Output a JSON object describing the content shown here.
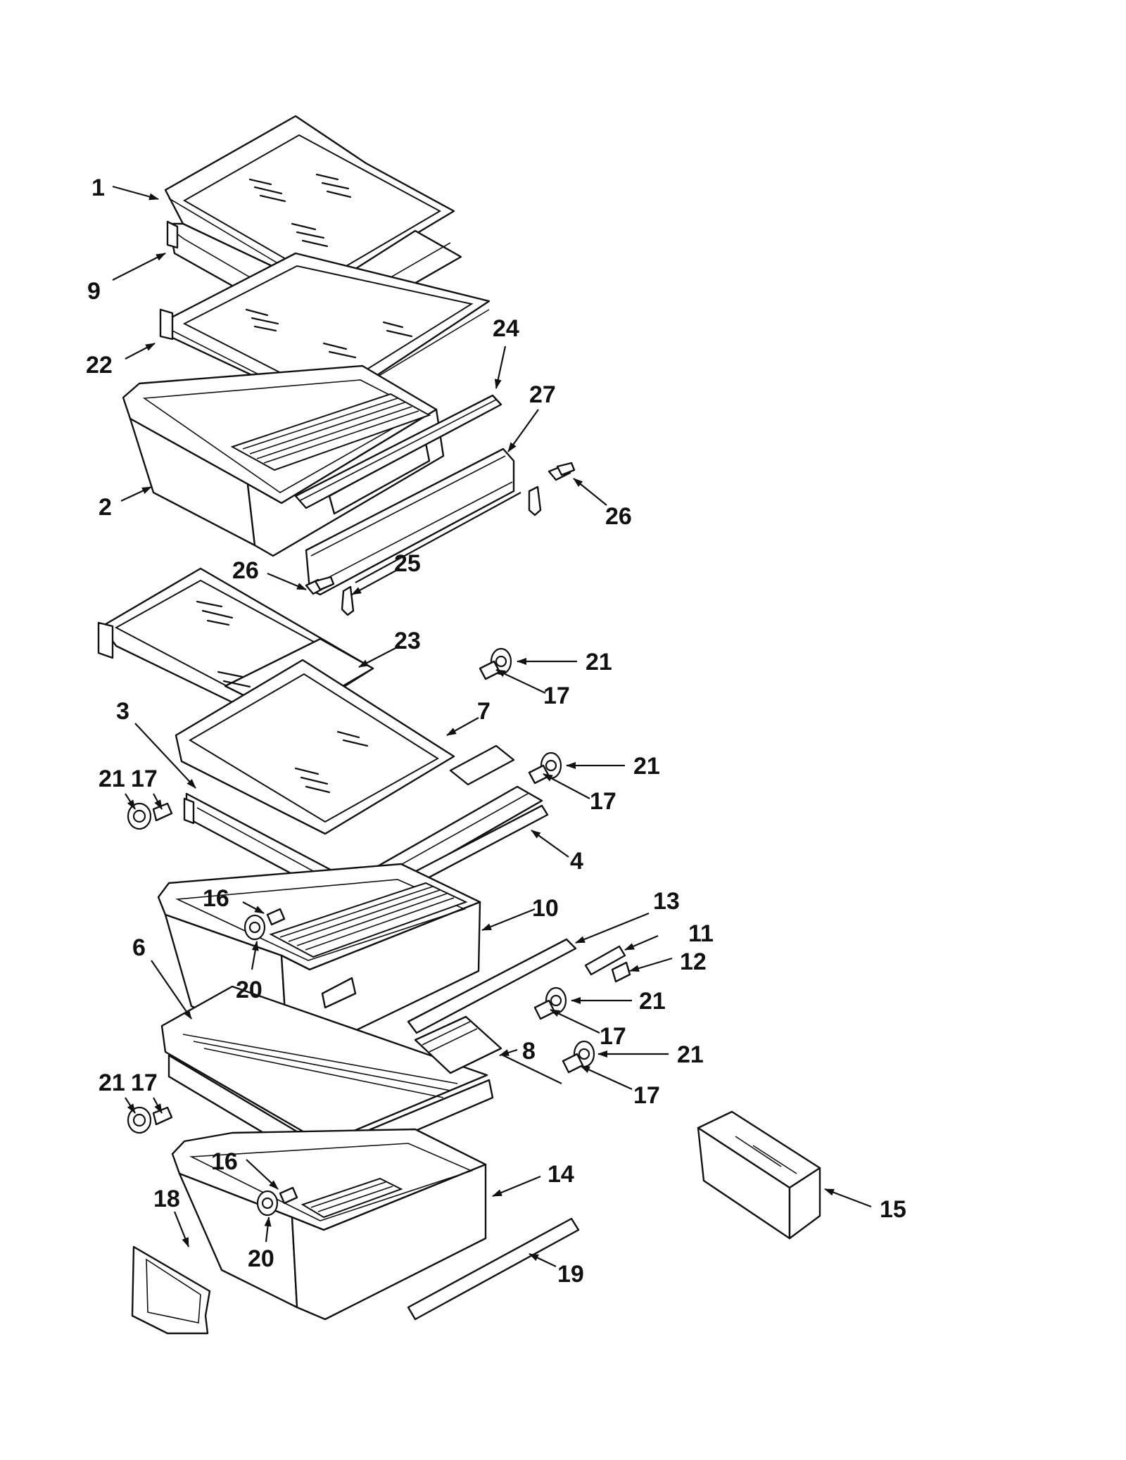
{
  "diagram": {
    "callouts": [
      {
        "id": "c1",
        "label": "1"
      },
      {
        "id": "c9",
        "label": "9"
      },
      {
        "id": "c22",
        "label": "22"
      },
      {
        "id": "c2",
        "label": "2"
      },
      {
        "id": "c24",
        "label": "24"
      },
      {
        "id": "c27",
        "label": "27"
      },
      {
        "id": "c26a",
        "label": "26"
      },
      {
        "id": "c25",
        "label": "25"
      },
      {
        "id": "c26b",
        "label": "26"
      },
      {
        "id": "c23",
        "label": "23"
      },
      {
        "id": "c21a",
        "label": "21"
      },
      {
        "id": "c17a",
        "label": "17"
      },
      {
        "id": "c7",
        "label": "7"
      },
      {
        "id": "c3",
        "label": "3"
      },
      {
        "id": "c21b",
        "label": "21"
      },
      {
        "id": "c17b",
        "label": "17"
      },
      {
        "id": "c21c",
        "label": "21"
      },
      {
        "id": "c17c",
        "label": "17"
      },
      {
        "id": "c4",
        "label": "4"
      },
      {
        "id": "c16a",
        "label": "16"
      },
      {
        "id": "c10",
        "label": "10"
      },
      {
        "id": "c13",
        "label": "13"
      },
      {
        "id": "c11",
        "label": "11"
      },
      {
        "id": "c12",
        "label": "12"
      },
      {
        "id": "c6",
        "label": "6"
      },
      {
        "id": "c20a",
        "label": "20"
      },
      {
        "id": "c21d",
        "label": "21"
      },
      {
        "id": "c17d",
        "label": "17"
      },
      {
        "id": "c8",
        "label": "8"
      },
      {
        "id": "c21e",
        "label": "21"
      },
      {
        "id": "c17e",
        "label": "17"
      },
      {
        "id": "c21f",
        "label": "21"
      },
      {
        "id": "c17f",
        "label": "17"
      },
      {
        "id": "c16b",
        "label": "16"
      },
      {
        "id": "c14",
        "label": "14"
      },
      {
        "id": "c15",
        "label": "15"
      },
      {
        "id": "c18",
        "label": "18"
      },
      {
        "id": "c20b",
        "label": "20"
      },
      {
        "id": "c19",
        "label": "19"
      }
    ]
  }
}
